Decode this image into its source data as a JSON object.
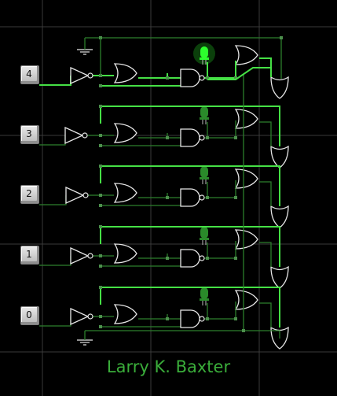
{
  "author": "Larry K. Baxter",
  "colors": {
    "background": "#000000",
    "grid": "#3a3a3a",
    "wire_active": "#45e045",
    "wire_inactive": "#2c7f2c",
    "gate_outline": "#e6e6e6",
    "node": "#4c8f4c",
    "led_on": "#2dff2d",
    "led_dim": "#2a8a2a",
    "text": "#3aad3a"
  },
  "stages": [
    {
      "key": "4",
      "led_lit": true
    },
    {
      "key": "3",
      "led_lit": false
    },
    {
      "key": "2",
      "led_lit": false
    },
    {
      "key": "1",
      "led_lit": false
    },
    {
      "key": "0",
      "led_lit": false
    }
  ]
}
